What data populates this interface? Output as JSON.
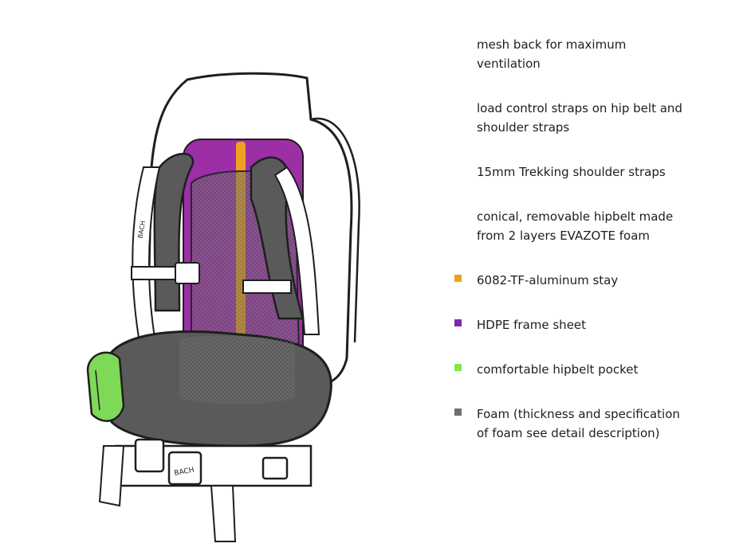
{
  "legend": [
    {
      "text": "mesh back for maximum\nventilation",
      "color": null
    },
    {
      "text": "load control straps on hip belt and\nshoulder straps",
      "color": null
    },
    {
      "text": "15mm Trekking shoulder straps",
      "color": null
    },
    {
      "text": "conical, removable hipbelt made\nfrom 2 layers EVAZOTE foam",
      "color": null
    },
    {
      "text": "6082-TF-aluminum stay",
      "color": "#f0a01e"
    },
    {
      "text": "HDPE frame sheet",
      "color": "#7a2ca8"
    },
    {
      "text": "comfortable hipbelt pocket",
      "color": "#7ee84a"
    },
    {
      "text": "Foam (thickness and specification\nof foam see detail description)",
      "color": "#6e6e6e"
    }
  ],
  "illustration": {
    "logo_text": "BACH",
    "colors": {
      "stay": "#f0a01e",
      "frame_sheet": "#9c2fa6",
      "pocket": "#7ed957",
      "foam": "#5a5a5a",
      "outline": "#1e1e1e"
    }
  }
}
